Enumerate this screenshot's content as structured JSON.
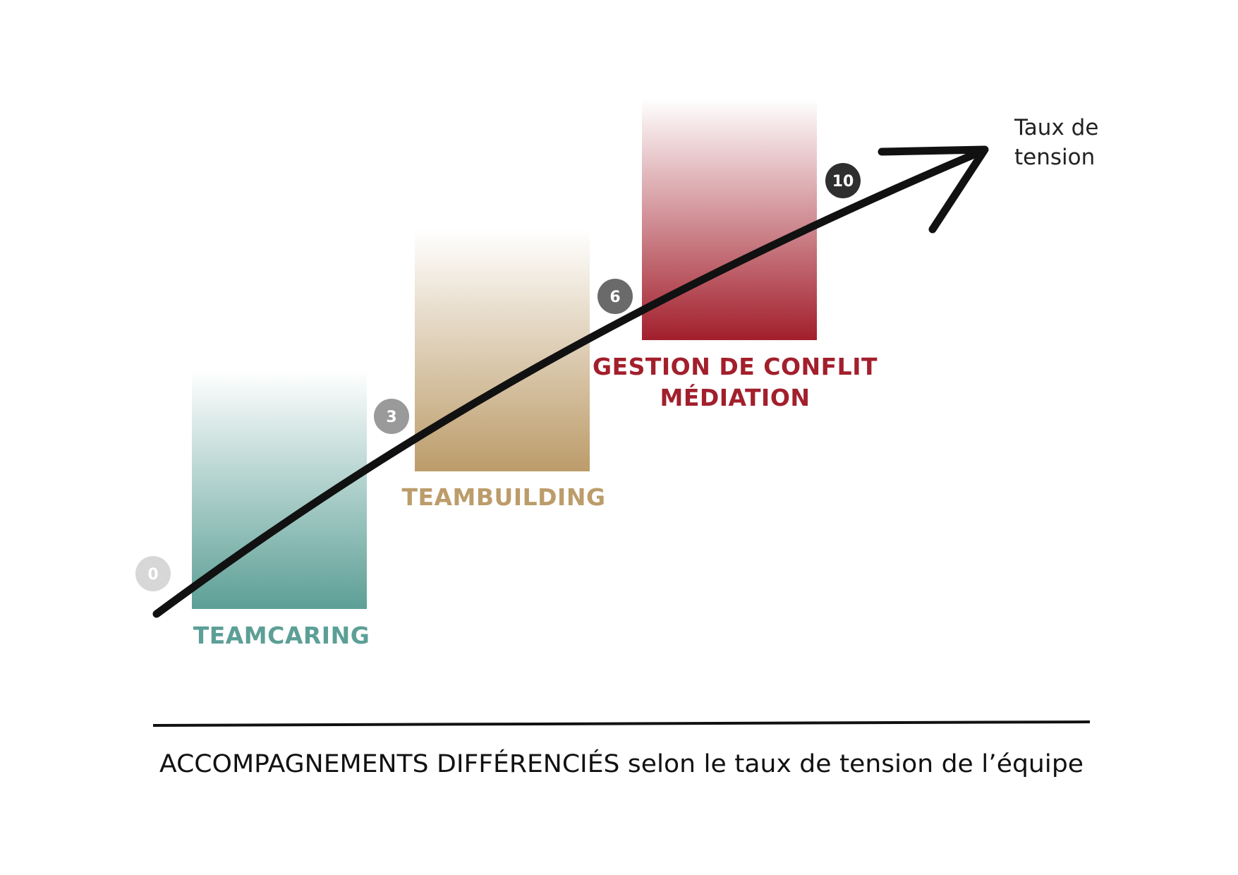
{
  "colors": {
    "teamcaring": "#5c9f96",
    "teambuilding": "#bc9c6a",
    "conflit": "#a21f2c",
    "arrow": "#111111",
    "line": "#111111"
  },
  "axis": {
    "label_line1": "Taux de",
    "label_line2": "tension"
  },
  "levels": [
    {
      "value": "0",
      "color": "#d7d7d7"
    },
    {
      "value": "3",
      "color": "#9a9a9a"
    },
    {
      "value": "6",
      "color": "#6a6a6a"
    },
    {
      "value": "10",
      "color": "#2f2f2f"
    }
  ],
  "categories": [
    {
      "label_line1": "TEAMCARING",
      "label_line2": "",
      "color": "#5c9f96"
    },
    {
      "label_line1": "TEAMBUILDING",
      "label_line2": "",
      "color": "#bc9c6a"
    },
    {
      "label_line1": "GESTION DE CONFLIT",
      "label_line2": "MÉDIATION",
      "color": "#a21f2c"
    }
  ],
  "caption": {
    "bold_part": "ACCOMPAGNEMENTS DIFFÉRENCIÉS",
    "rest": " selon le taux de tension de l’équipe"
  }
}
